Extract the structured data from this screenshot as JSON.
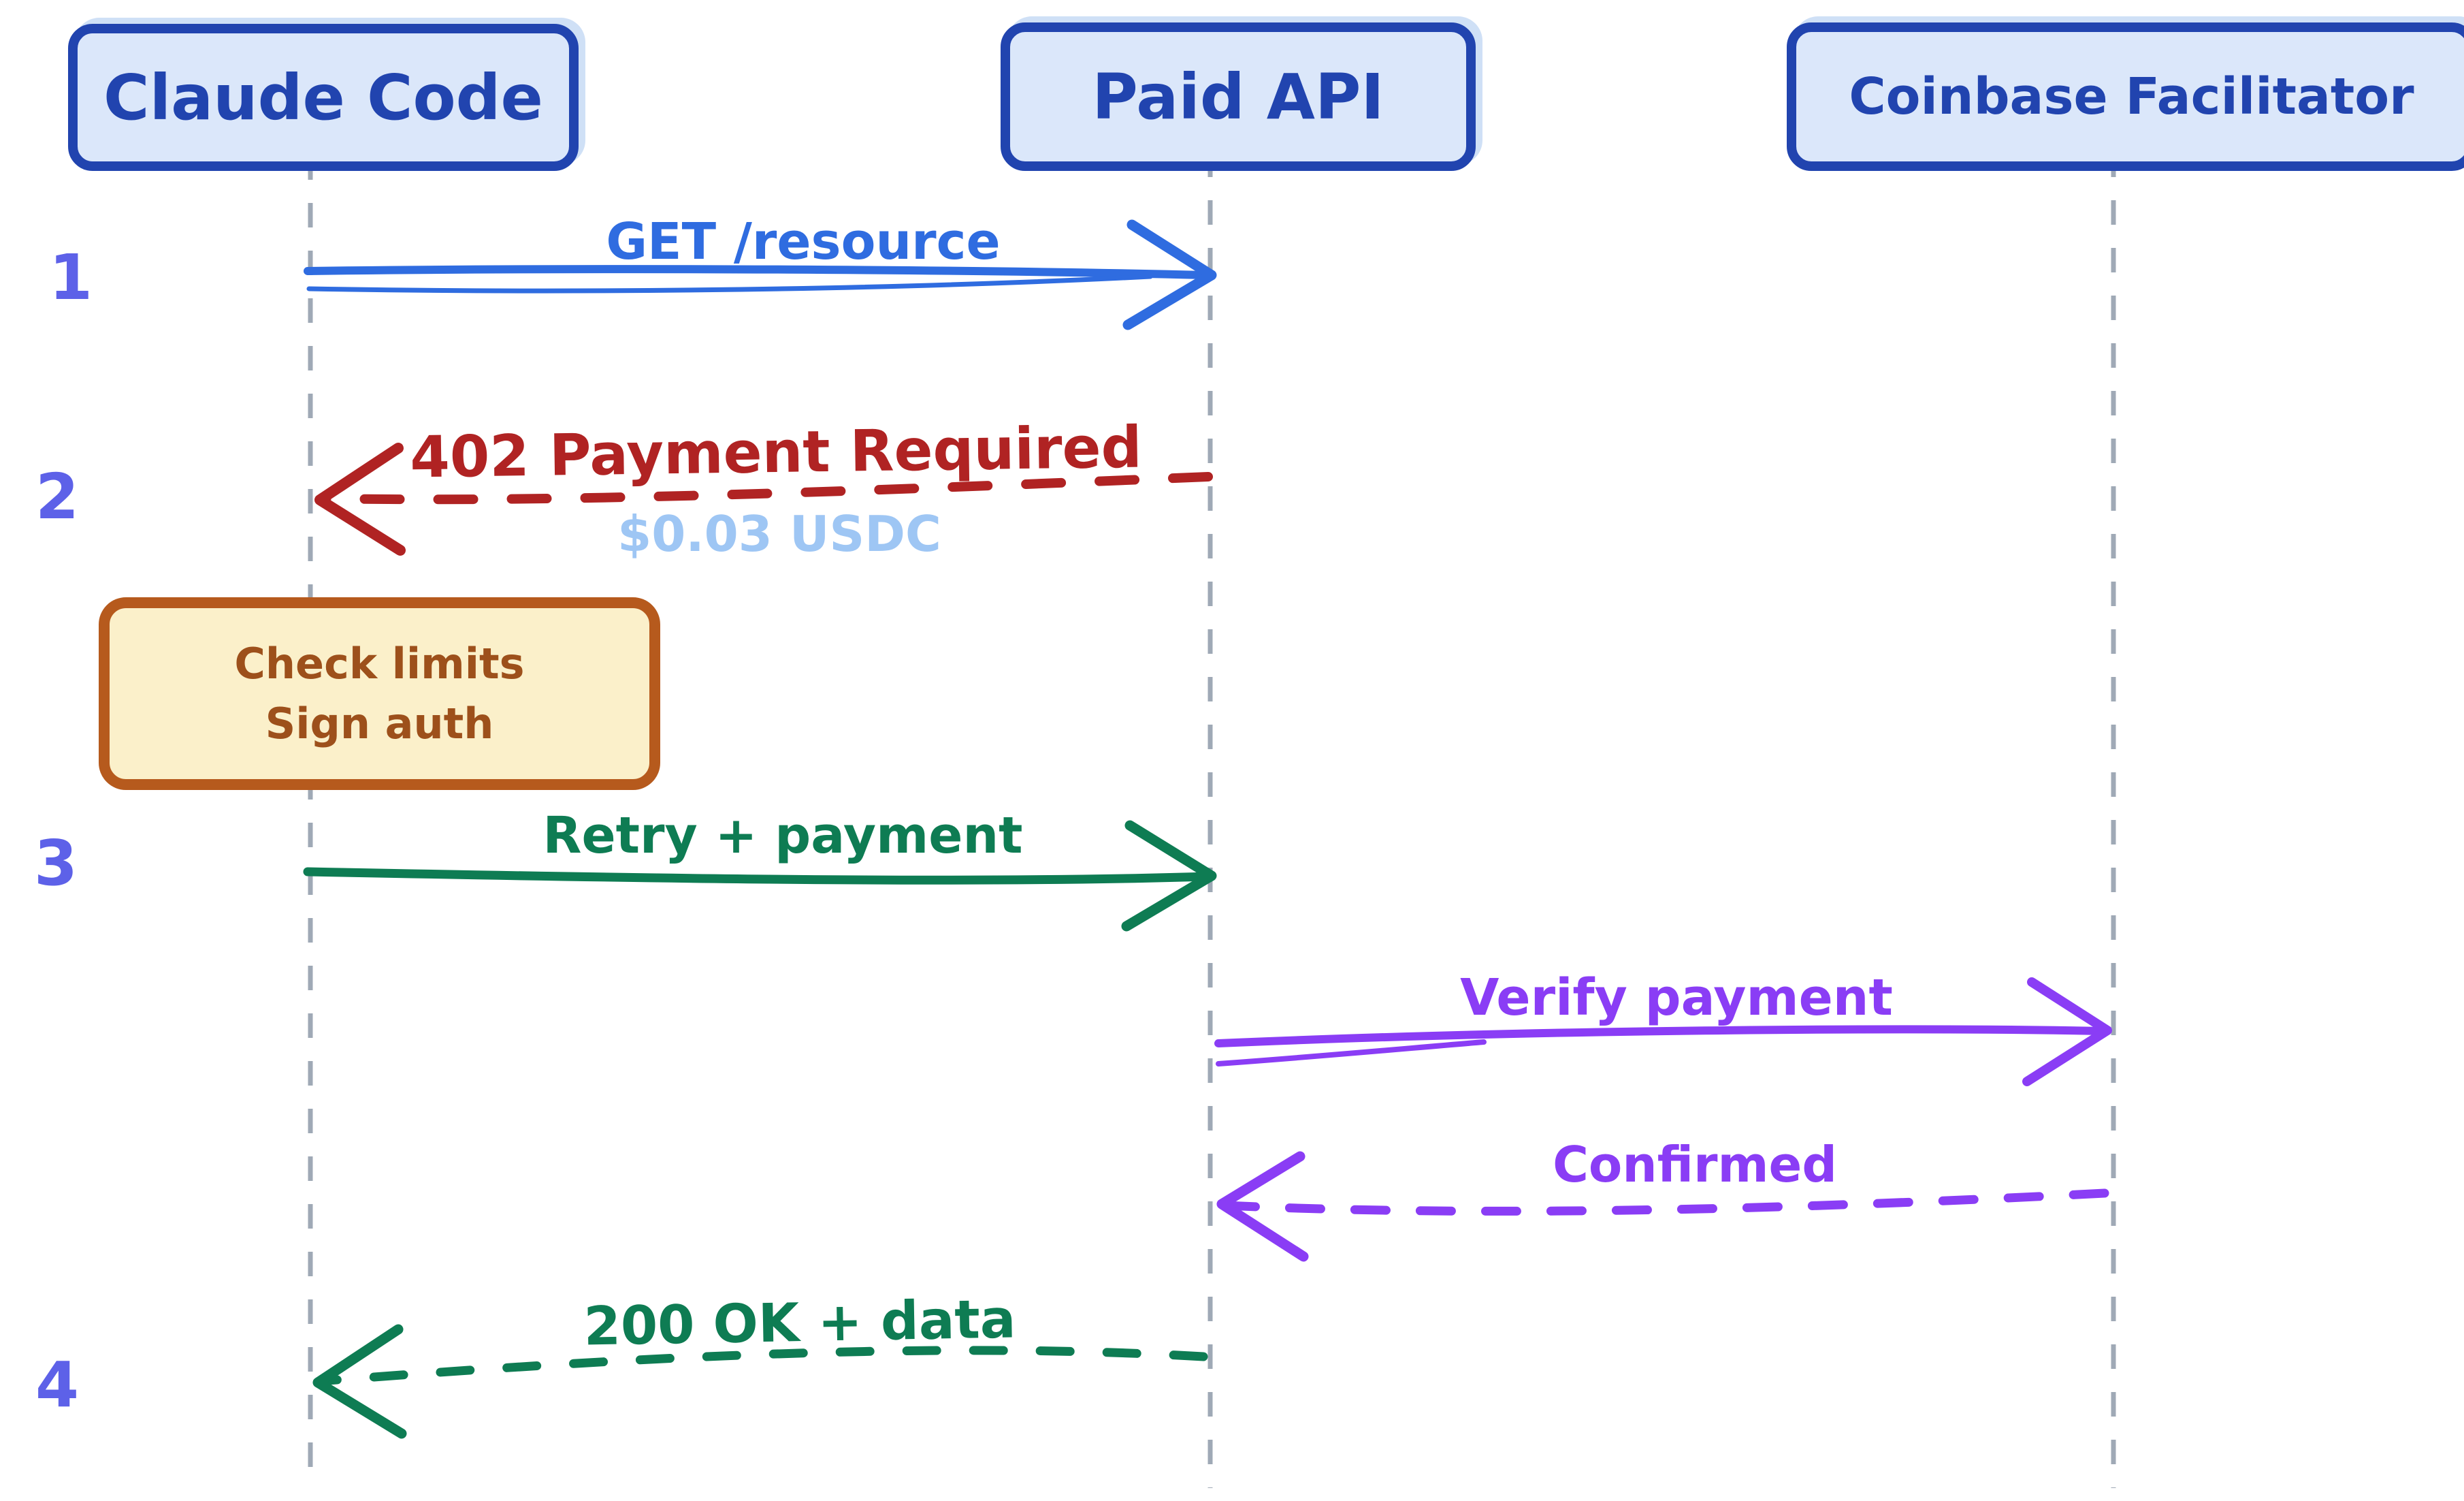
{
  "diagram": {
    "type": "sequence-diagram",
    "actors": [
      {
        "id": "claude-code",
        "label": "Claude Code"
      },
      {
        "id": "paid-api",
        "label": "Paid API"
      },
      {
        "id": "coinbase-facilitator",
        "label": "Coinbase Facilitator"
      }
    ],
    "messages": [
      {
        "number": "1",
        "label": "GET /resource",
        "from": "Claude Code",
        "to": "Paid API",
        "line_style": "solid",
        "color": "#2f6ce0"
      },
      {
        "number": "2",
        "label": "402 Payment Required",
        "sublabel": "$0.03 USDC",
        "from": "Paid API",
        "to": "Claude Code",
        "line_style": "dashed",
        "color": "#b02323",
        "sublabel_color": "#9ec6f4"
      },
      {
        "number": "3",
        "label": "Retry + payment",
        "from": "Claude Code",
        "to": "Paid API",
        "line_style": "solid",
        "color": "#0e7c53"
      },
      {
        "label": "Verify payment",
        "from": "Paid API",
        "to": "Coinbase Facilitator",
        "line_style": "solid",
        "color": "#8a3df5"
      },
      {
        "label": "Confirmed",
        "from": "Coinbase Facilitator",
        "to": "Paid API",
        "line_style": "dashed",
        "color": "#8a3df5"
      },
      {
        "number": "4",
        "label": "200 OK + data",
        "from": "Paid API",
        "to": "Claude Code",
        "line_style": "dashed",
        "color": "#0e7c53"
      }
    ],
    "note": {
      "attached_to": "Claude Code",
      "line1": "Check limits",
      "line2": "Sign auth"
    },
    "colors": {
      "actor_border": "#2144af",
      "actor_fill": "#dbe7fa",
      "lifeline": "#9fa9b6",
      "note_border": "#b65a1d",
      "note_fill": "#fbf0ca",
      "note_text": "#9d501b",
      "step_number": "#5d61e8",
      "background": "#ffffff"
    }
  }
}
